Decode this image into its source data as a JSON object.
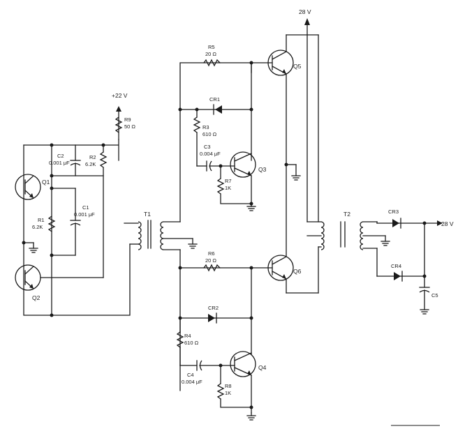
{
  "supplies": {
    "v22": "+22 V",
    "v28_top": "28 V",
    "v28_out": "28 V"
  },
  "components": {
    "q1": "Q1",
    "q2": "Q2",
    "q3": "Q3",
    "q4": "Q4",
    "q5": "Q5",
    "q6": "Q6",
    "r1": "R1",
    "r1_val": "6.2K",
    "r2": "R2",
    "r2_val": "6.2K",
    "r3": "R3",
    "r3_val": "610 Ω",
    "r4": "R4",
    "r4_val": "610 Ω",
    "r5": "R5",
    "r5_val": "20 Ω",
    "r6": "R6",
    "r6_val": "20 Ω",
    "r7": "R7",
    "r7_val": "1K",
    "r8": "R8",
    "r8_val": "1K",
    "r9": "R9",
    "r9_val": "50 Ω",
    "c1": "C1",
    "c1_val": "0.001 μF",
    "c2": "C2",
    "c2_val": "0.001 μF",
    "c3": "C3",
    "c3_val": "0.004 μF",
    "c4": "C4",
    "c4_val": "0.004 μF",
    "c5": "C5",
    "cr1": "CR1",
    "cr2": "CR2",
    "cr3": "CR3",
    "cr4": "CR4",
    "t1": "T1",
    "t2": "T2"
  }
}
